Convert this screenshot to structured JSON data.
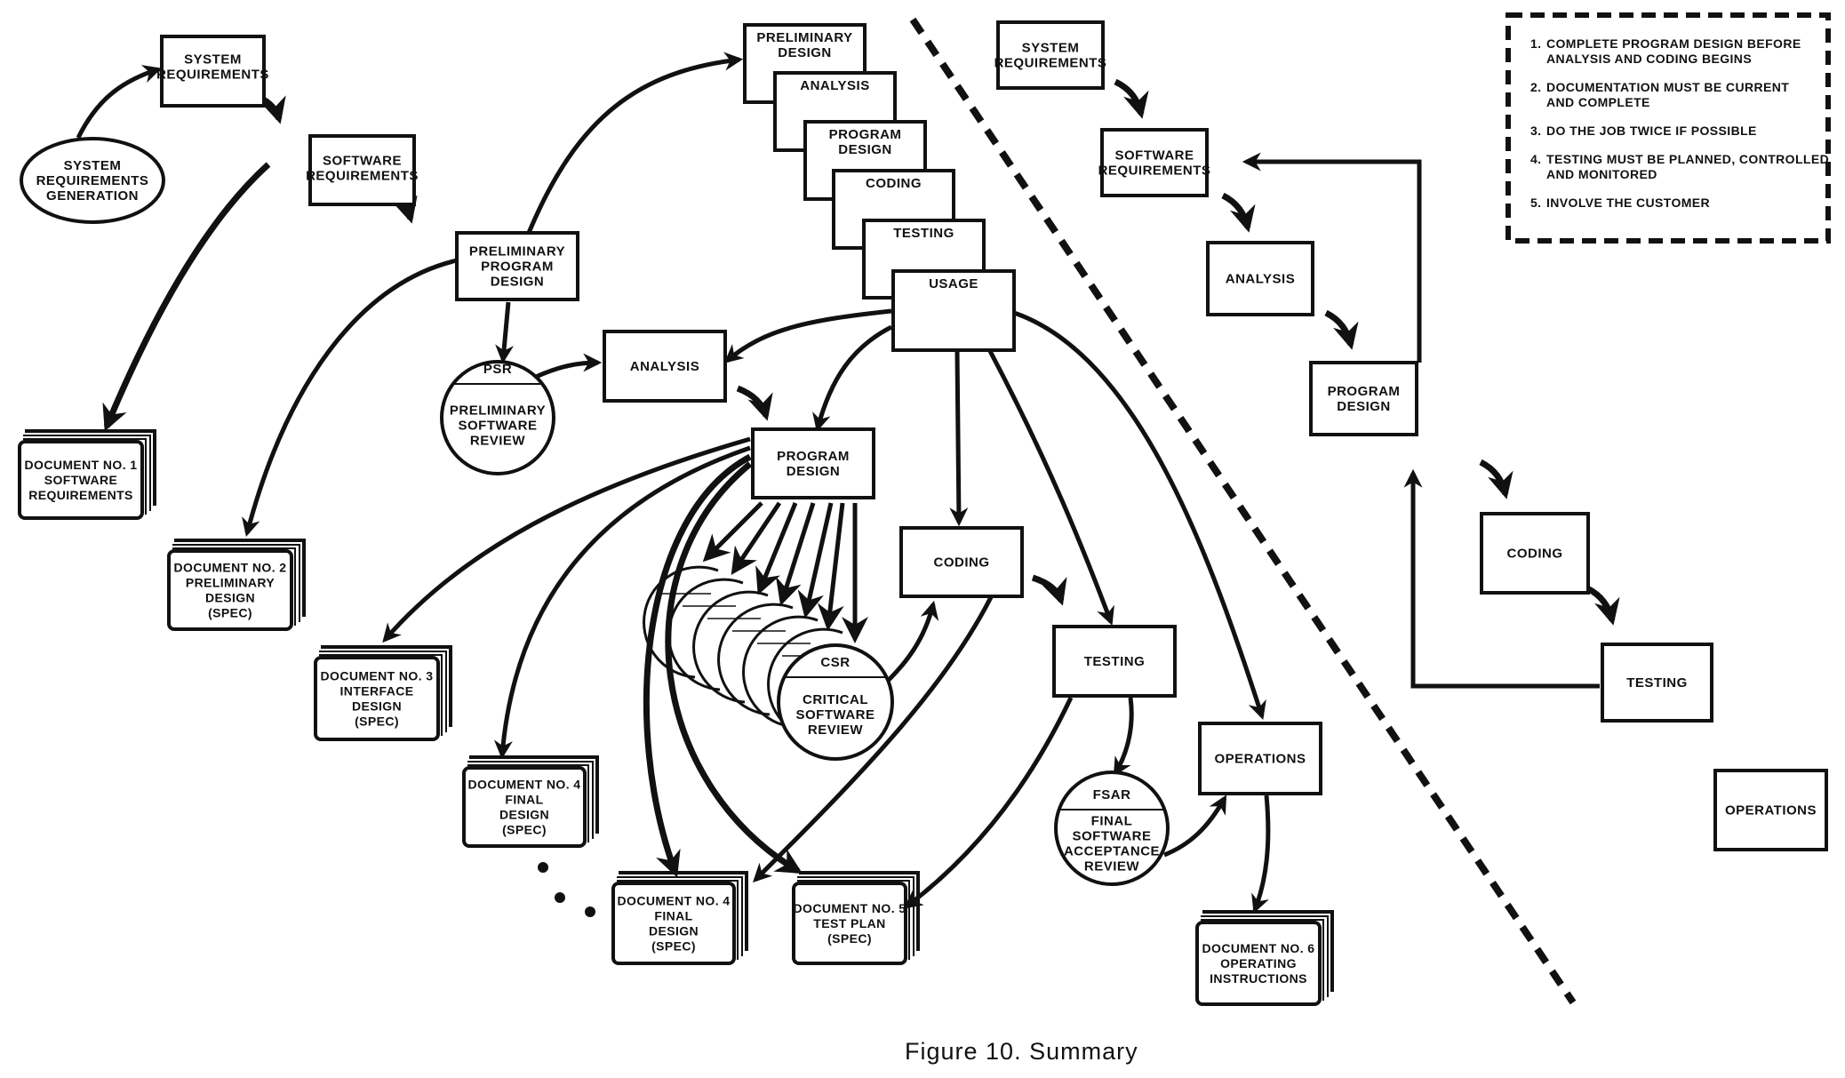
{
  "caption": "Figure 10.  Summary",
  "left_diagram": {
    "system_requirements_generation": [
      "SYSTEM",
      "REQUIREMENTS",
      "GENERATION"
    ],
    "system_requirements": [
      "SYSTEM",
      "REQUIREMENTS"
    ],
    "software_requirements": [
      "SOFTWARE",
      "REQUIREMENTS"
    ],
    "preliminary_program_design": [
      "PRELIMINARY",
      "PROGRAM",
      "DESIGN"
    ],
    "psr": {
      "abbr": "PSR",
      "name": [
        "PRELIMINARY",
        "SOFTWARE",
        "REVIEW"
      ]
    },
    "analysis": "ANALYSIS",
    "program_design": [
      "PROGRAM",
      "DESIGN"
    ],
    "csr": {
      "abbr": "CSR",
      "name": [
        "CRITICAL",
        "SOFTWARE",
        "REVIEW"
      ]
    },
    "coding": "CODING",
    "testing": "TESTING",
    "fsar": {
      "abbr": "FSAR",
      "name": [
        "FINAL",
        "SOFTWARE",
        "ACCEPTANCE",
        "REVIEW"
      ]
    },
    "operations": "OPERATIONS",
    "cascade": [
      [
        "PRELIMINARY",
        "DESIGN"
      ],
      [
        "ANALYSIS"
      ],
      [
        "PROGRAM",
        "DESIGN"
      ],
      [
        "CODING"
      ],
      [
        "TESTING"
      ],
      [
        "USAGE"
      ]
    ],
    "documents": [
      [
        "DOCUMENT NO. 1",
        "SOFTWARE",
        "REQUIREMENTS"
      ],
      [
        "DOCUMENT NO. 2",
        "PRELIMINARY",
        "DESIGN",
        "(SPEC)"
      ],
      [
        "DOCUMENT NO. 3",
        "INTERFACE",
        "DESIGN",
        "(SPEC)"
      ],
      [
        "DOCUMENT NO. 4",
        "FINAL",
        "DESIGN",
        "(SPEC)"
      ],
      [
        "DOCUMENT NO. 4",
        "FINAL",
        "DESIGN",
        "(SPEC)"
      ],
      [
        "DOCUMENT NO. 5",
        "TEST PLAN",
        "(SPEC)"
      ],
      [
        "DOCUMENT NO. 6",
        "OPERATING",
        "INSTRUCTIONS"
      ]
    ]
  },
  "right_diagram": {
    "steps": [
      [
        "SYSTEM",
        "REQUIREMENTS"
      ],
      [
        "SOFTWARE",
        "REQUIREMENTS"
      ],
      [
        "ANALYSIS"
      ],
      [
        "PROGRAM",
        "DESIGN"
      ],
      [
        "CODING"
      ],
      [
        "TESTING"
      ],
      [
        "OPERATIONS"
      ]
    ]
  },
  "legend": {
    "items": [
      {
        "num": "1.",
        "lines": [
          "COMPLETE PROGRAM DESIGN BEFORE",
          "ANALYSIS AND CODING BEGINS"
        ]
      },
      {
        "num": "2.",
        "lines": [
          "DOCUMENTATION MUST BE CURRENT",
          "AND COMPLETE"
        ]
      },
      {
        "num": "3.",
        "lines": [
          "DO THE JOB TWICE IF POSSIBLE"
        ]
      },
      {
        "num": "4.",
        "lines": [
          "TESTING MUST BE PLANNED, CONTROLLED",
          "AND MONITORED"
        ]
      },
      {
        "num": "5.",
        "lines": [
          "INVOLVE THE CUSTOMER"
        ]
      }
    ]
  }
}
